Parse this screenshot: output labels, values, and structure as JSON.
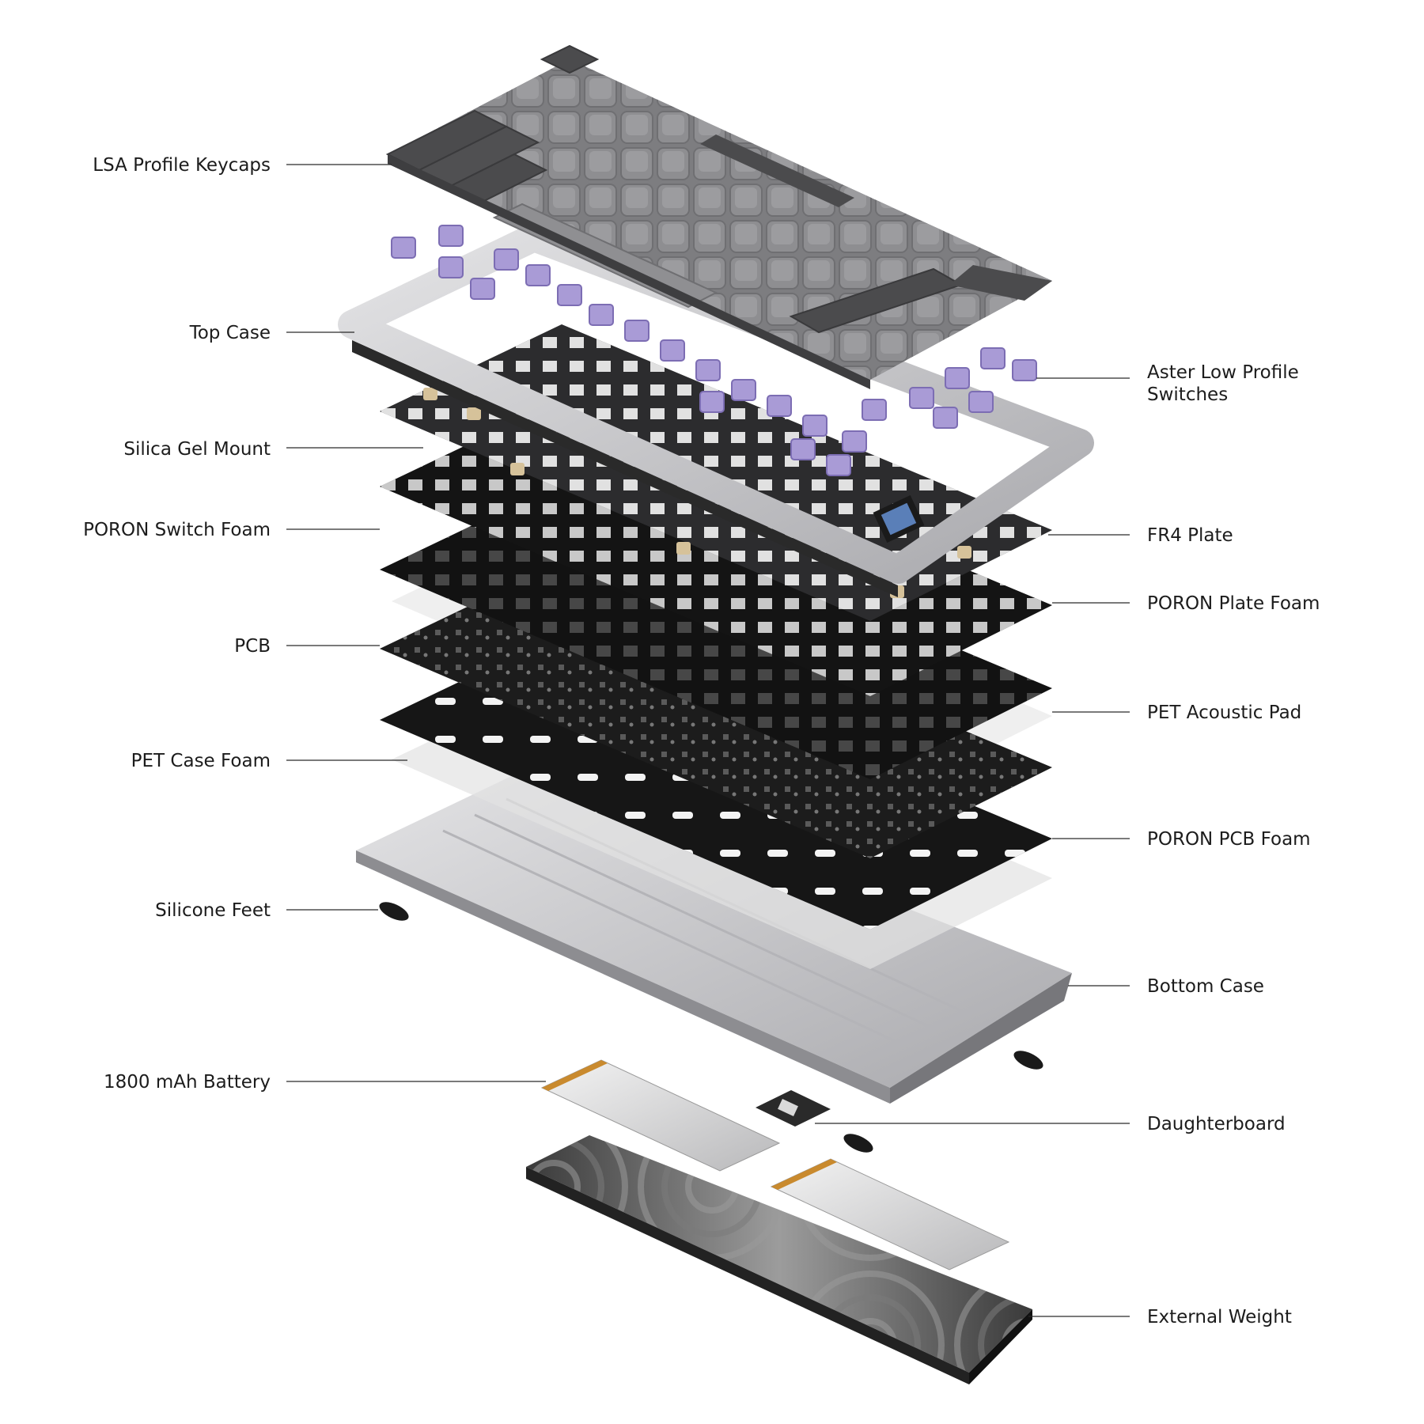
{
  "labels": {
    "keycaps": "LSA Profile Keycaps",
    "top_case": "Top Case",
    "silica_gel": "Silica Gel Mount",
    "switch_foam": "PORON Switch Foam",
    "pcb": "PCB",
    "pet_case_foam": "PET Case Foam",
    "silicone_feet": "Silicone Feet",
    "battery": "1800 mAh Battery",
    "switches_1": "Aster Low Profile",
    "switches_2": "Switches",
    "fr4_plate": "FR4 Plate",
    "plate_foam": "PORON Plate Foam",
    "acoustic_pad": "PET Acoustic Pad",
    "pcb_foam": "PORON PCB Foam",
    "bottom_case": "Bottom Case",
    "daughterboard": "Daughterboard",
    "external_weight": "External Weight"
  },
  "colors": {
    "keycap_dark": "#4b4b4d",
    "keycap_light": "#8d8d90",
    "switch_purple": "#a99bd6",
    "aluminum": "#c9c9cc",
    "foam_black": "#161616",
    "pet_translucent": "#e3e3e3",
    "battery_gold": "#c98a2e"
  }
}
